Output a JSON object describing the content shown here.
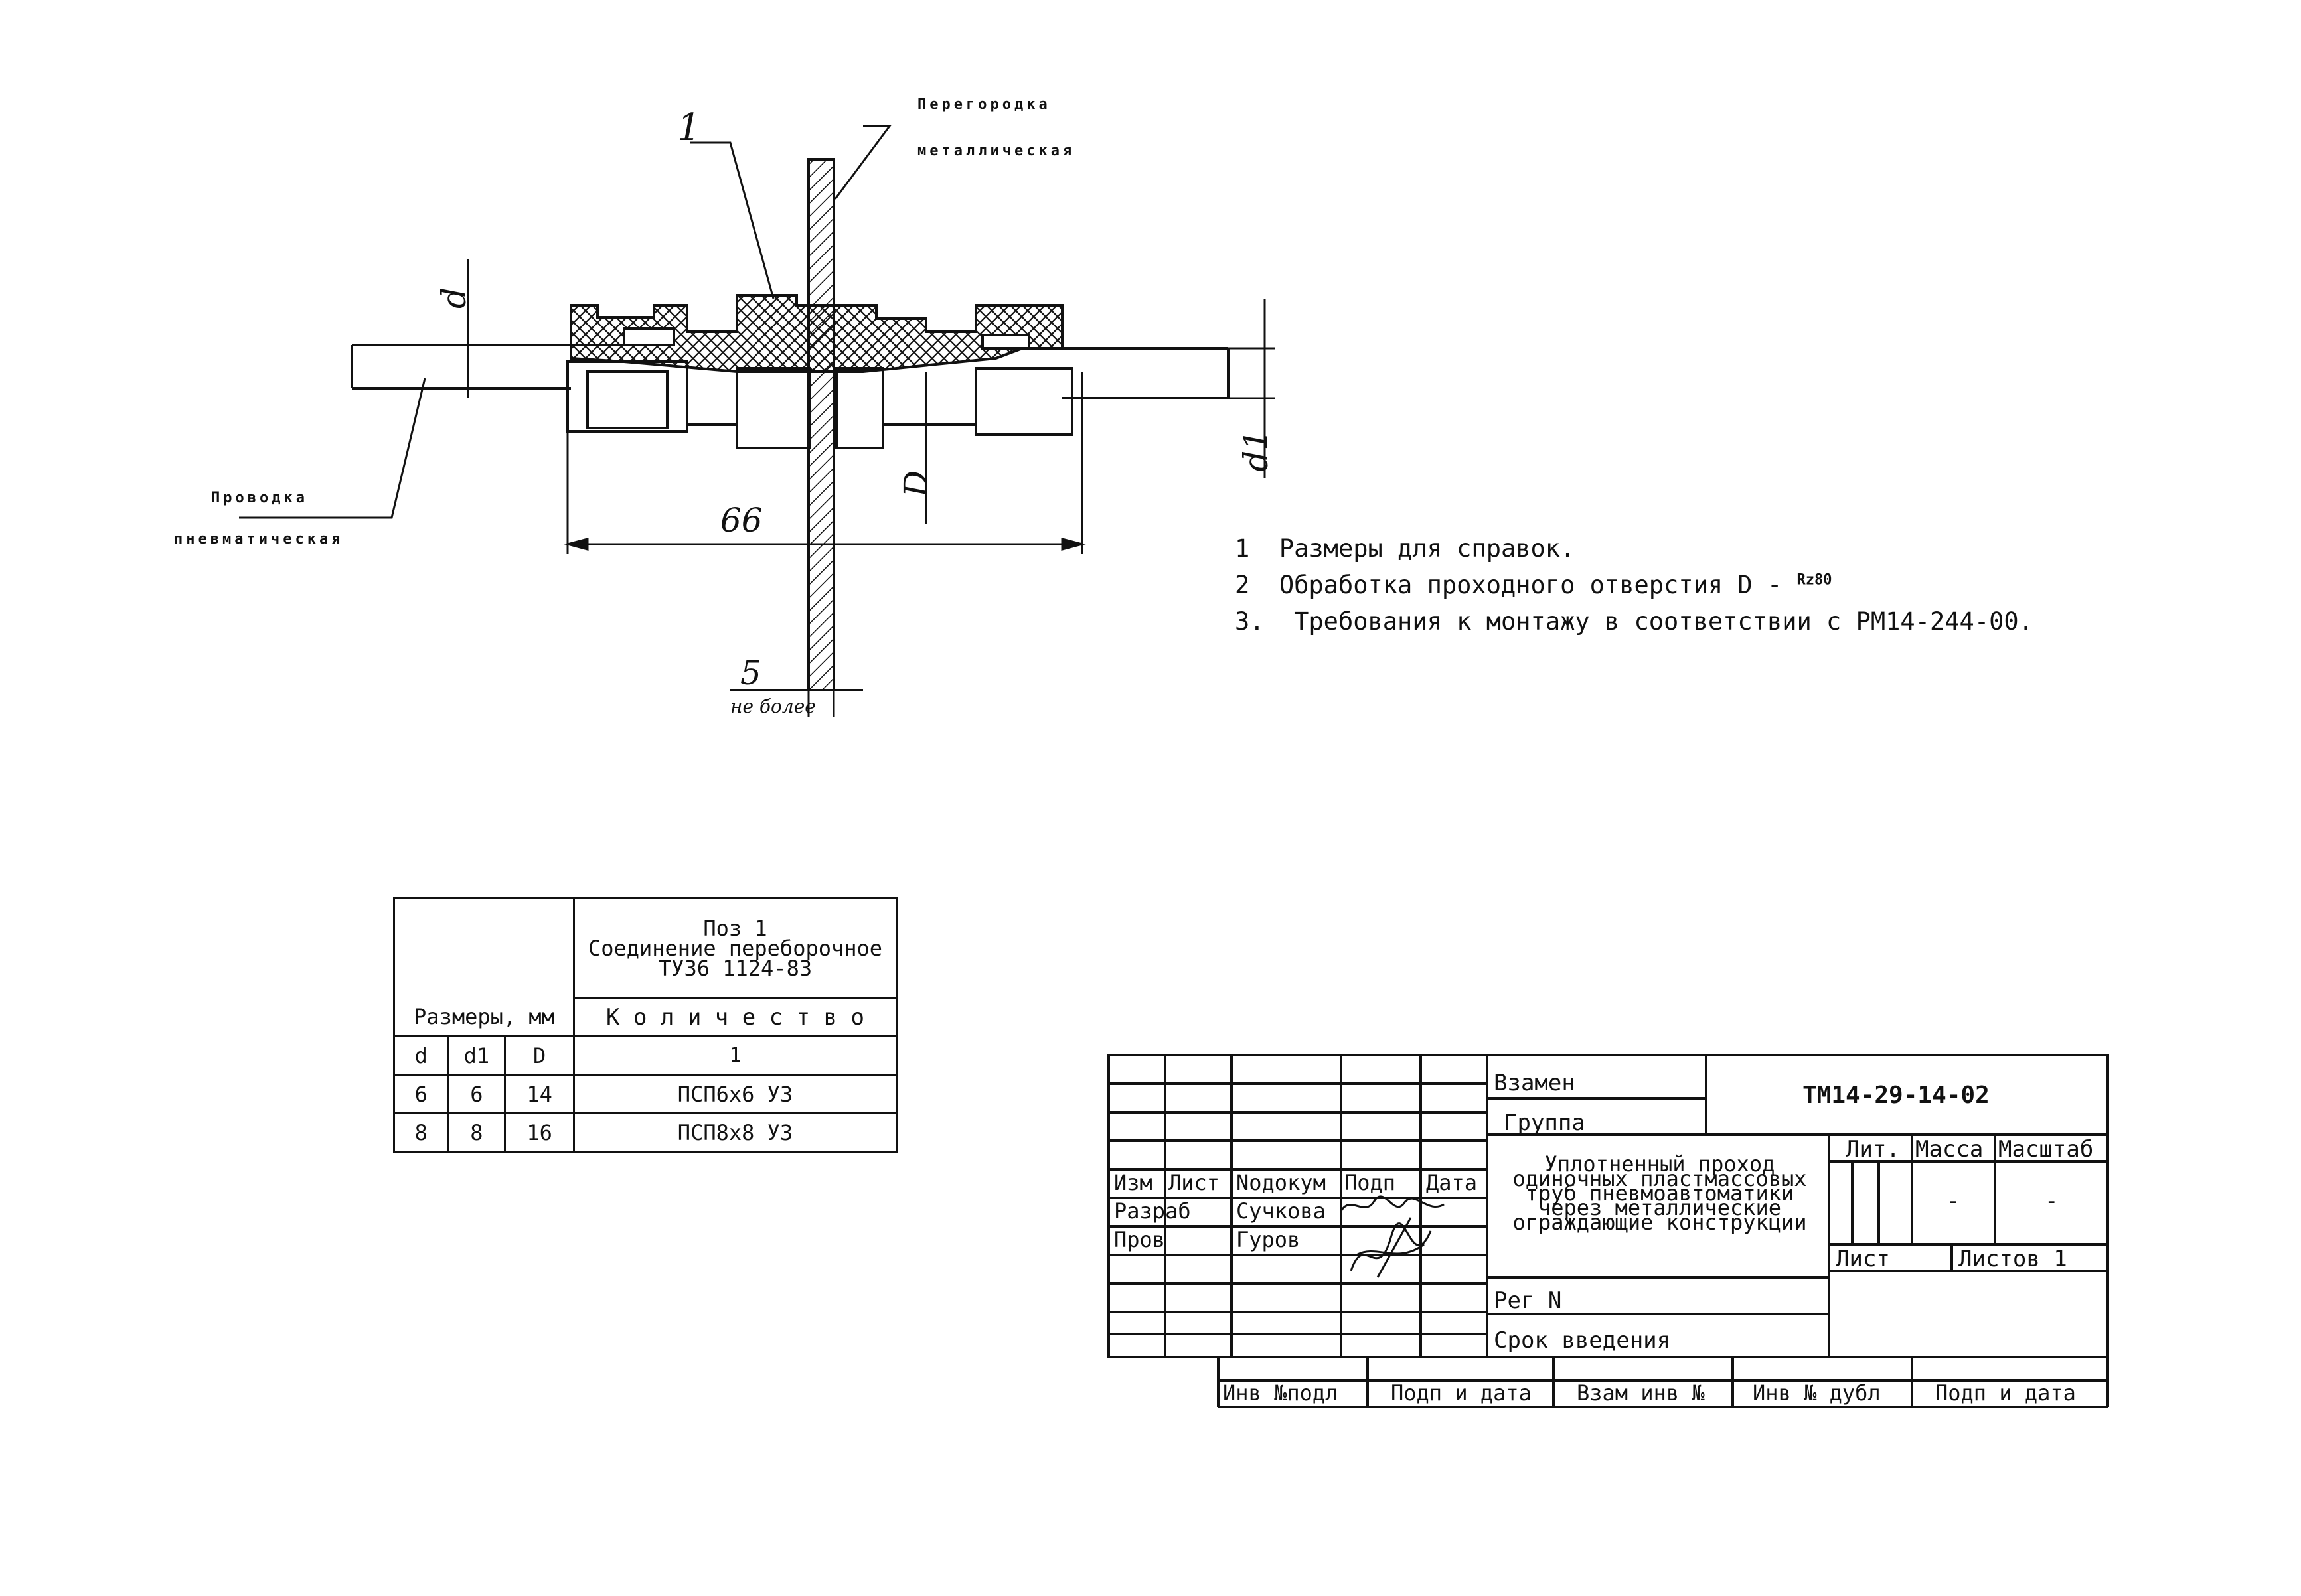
{
  "drawing": {
    "partition_label_1": "Перегородка",
    "partition_label_2": "металлическая",
    "tubing_label_1": "Проводка",
    "tubing_label_2": "пневматическая",
    "callout_pos": "1",
    "dim_d": "d",
    "dim_d1": "d1",
    "dim_D": "D",
    "dim_length": "66",
    "dim_wall": "5",
    "dim_wall_note": "не более"
  },
  "notes": [
    {
      "num": "1",
      "text": "Размеры для справок."
    },
    {
      "num": "2",
      "text": "Обработка проходного отверстия D - ",
      "sup": "Rz80"
    },
    {
      "num": "3.",
      "text": "Требования к монтажу в соответствии с РМ14-244-00."
    }
  ],
  "spec_table": {
    "header_pos_line1": "Поз 1",
    "header_pos_line2": "Соединение переборочное",
    "header_pos_line3": "ТУ36 1124-83",
    "sizes_label": "Размеры, мм",
    "quantity_label": "К о л и ч е с т в о",
    "col_d": "d",
    "col_d1": "d1",
    "col_D": "D",
    "col_qty": "1",
    "rows": [
      {
        "d": "6",
        "d1": "6",
        "D": "14",
        "item": "ПСП6х6 УЗ"
      },
      {
        "d": "8",
        "d1": "8",
        "D": "16",
        "item": "ПСП8х8 УЗ"
      }
    ]
  },
  "title_block": {
    "vzamen": "Взамен",
    "gruppa": "Группа",
    "doc_number": "ТМ14-29-14-02",
    "title_line1": "Уплотненный проход",
    "title_line2": "одиночных пластмассовых",
    "title_line3": "труб пневмоавтоматики",
    "title_line4": "через металлические",
    "title_line5": "ограждающие конструкции",
    "lit": "Лит.",
    "massa": "Масса",
    "masshtab": "Масштаб",
    "massa_val": "-",
    "masshtab_val": "-",
    "list": "Лист",
    "listov": "Листов 1",
    "col_izm": "Изм",
    "col_list": "Лист",
    "col_nodokum": "Nодокум",
    "col_podp": "Подп",
    "col_data": "Дата",
    "razrab": "Разраб",
    "razrab_name": "Сучкова",
    "prov": "Пров",
    "prov_name": "Гуров",
    "reg": "Рег N",
    "srok": "Срок введения",
    "bottom": [
      "Инв №подл",
      "Подп и дата",
      "Взам инв №",
      "Инв № дубл",
      "Подп и дата"
    ]
  }
}
